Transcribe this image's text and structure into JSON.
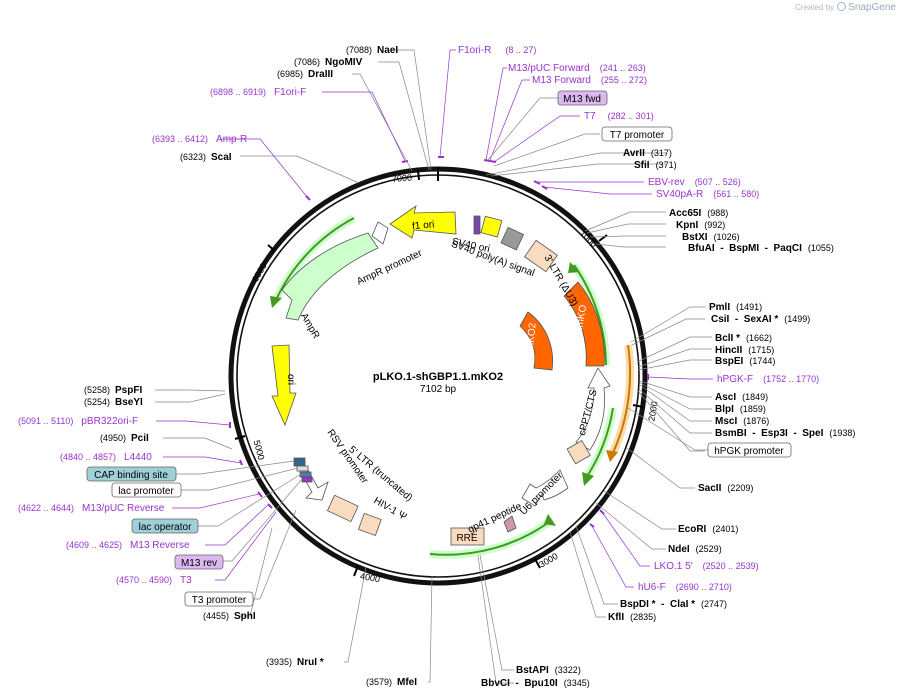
{
  "watermark": {
    "prefix": "Created by",
    "brand": "SnapGene"
  },
  "plasmid": {
    "name": "pLKO.1-shGBP1.1.mKO2",
    "size_label": "7102 bp",
    "length": 7102
  },
  "colors": {
    "enzyme": "#000000",
    "primer": "#9933cc",
    "backbone": "#111111",
    "feature_yellow": "#ffff00",
    "feature_orange": "#ff6600",
    "feature_white": "#ffffff",
    "feature_green": "#ccffcc",
    "feature_peach": "#f9dcc0",
    "feature_grey": "#999999",
    "feature_pink": "#cc99aa"
  },
  "ticks": [
    {
      "pos": 1000,
      "label": "1000"
    },
    {
      "pos": 2000,
      "label": "2000"
    },
    {
      "pos": 3000,
      "label": "3000"
    },
    {
      "pos": 4000,
      "label": "4000"
    },
    {
      "pos": 5000,
      "label": "5000"
    },
    {
      "pos": 6000,
      "label": "6000"
    },
    {
      "pos": 7000,
      "label": "7000"
    }
  ],
  "enzymes": [
    {
      "name": "NaeI",
      "coord": "(7088)"
    },
    {
      "name": "NgoMIV",
      "coord": "(7086)"
    },
    {
      "name": "DraIII",
      "coord": "(6985)"
    },
    {
      "name": "ScaI",
      "coord": "(6323)"
    },
    {
      "name": "AvrII",
      "coord": "(317)"
    },
    {
      "name": "SfiI",
      "coord": "(371)"
    },
    {
      "name": "Acc65I",
      "coord": "(988)"
    },
    {
      "name": "KpnI",
      "coord": "(992)"
    },
    {
      "name": "BstXI",
      "coord": "(1026)"
    },
    {
      "name": "BfuAI  -  BspMI  -  PaqCI",
      "coord": "(1055)"
    },
    {
      "name": "PmlI",
      "coord": "(1491)"
    },
    {
      "name": "CsiI  -  SexAI *",
      "coord": "(1499)"
    },
    {
      "name": "BclI *",
      "coord": "(1662)"
    },
    {
      "name": "HincII",
      "coord": "(1715)"
    },
    {
      "name": "BspEI",
      "coord": "(1744)"
    },
    {
      "name": "AscI",
      "coord": "(1849)"
    },
    {
      "name": "BlpI",
      "coord": "(1859)"
    },
    {
      "name": "MscI",
      "coord": "(1876)"
    },
    {
      "name": "BsmBI  -  Esp3I  -  SpeI",
      "coord": "(1938)"
    },
    {
      "name": "SacII",
      "coord": "(2209)"
    },
    {
      "name": "EcoRI",
      "coord": "(2401)"
    },
    {
      "name": "NdeI",
      "coord": "(2529)"
    },
    {
      "name": "BspDI *  -  ClaI *",
      "coord": "(2747)"
    },
    {
      "name": "KflI",
      "coord": "(2835)"
    },
    {
      "name": "BstAPI",
      "coord": "(3322)"
    },
    {
      "name": "BbvCI  -  Bpu10I",
      "coord": "(3345)"
    },
    {
      "name": "MfeI",
      "coord": "(3579)"
    },
    {
      "name": "NruI *",
      "coord": "(3935)"
    },
    {
      "name": "SphI",
      "coord": "(4455)"
    },
    {
      "name": "PciI",
      "coord": "(4950)"
    },
    {
      "name": "PspFI",
      "coord": "(5258)"
    },
    {
      "name": "BseYI",
      "coord": "(5254)"
    }
  ],
  "primers": [
    {
      "name": "F1ori-R",
      "coord": "(8 .. 27)"
    },
    {
      "name": "M13/pUC Forward",
      "coord": "(241 .. 263)"
    },
    {
      "name": "M13 Forward",
      "coord": "(255 .. 272)"
    },
    {
      "name": "T7",
      "coord": "(282 .. 301)"
    },
    {
      "name": "EBV-rev",
      "coord": "(507 .. 526)"
    },
    {
      "name": "SV40pA-R",
      "coord": "(561 .. 580)"
    },
    {
      "name": "hPGK-F",
      "coord": "(1752 .. 1770)"
    },
    {
      "name": "LKO.1 5'",
      "coord": "(2520 .. 2539)"
    },
    {
      "name": "hU6-F",
      "coord": "(2690 .. 2710)"
    },
    {
      "name": "F1ori-F",
      "coord": "(6898 .. 6919)"
    },
    {
      "name": "Amp-R",
      "coord": "(6393 .. 6412)"
    },
    {
      "name": "pBR322ori-F",
      "coord": "(5091 .. 5110)"
    },
    {
      "name": "L4440",
      "coord": "(4840 .. 4857)"
    },
    {
      "name": "M13/pUC Reverse",
      "coord": "(4622 .. 4644)"
    },
    {
      "name": "M13 Reverse",
      "coord": "(4609 .. 4625)"
    },
    {
      "name": "T3",
      "coord": "(4570 .. 4590)"
    }
  ],
  "boxed_labels": [
    {
      "name": "M13 fwd",
      "style": "purple"
    },
    {
      "name": "T7 promoter",
      "style": "white"
    },
    {
      "name": "hPGK promoter",
      "style": "white"
    },
    {
      "name": "CAP binding site",
      "style": "teal"
    },
    {
      "name": "lac promoter",
      "style": "white"
    },
    {
      "name": "lac operator",
      "style": "teal"
    },
    {
      "name": "M13 rev",
      "style": "purple"
    },
    {
      "name": "T3 promoter",
      "style": "white"
    }
  ],
  "features": [
    {
      "name": "f1 ori",
      "label": "f1 ori"
    },
    {
      "name": "AmpR promoter",
      "label": "AmpR promoter"
    },
    {
      "name": "AmpR",
      "label": "AmpR"
    },
    {
      "name": "ori",
      "label": "ori"
    },
    {
      "name": "SV40 ori",
      "label": "SV40 ori"
    },
    {
      "name": "SV40 poly(A) signal",
      "label": "SV40 poly(A) signal"
    },
    {
      "name": "3' LTR (ΔU3)",
      "label": "3' LTR (ΔU3)"
    },
    {
      "name": "hmKO",
      "label": "hmKO"
    },
    {
      "name": "mKO2",
      "label": "mKO2"
    },
    {
      "name": "cPPT/CTS",
      "label": "cPPT/CTS"
    },
    {
      "name": "U6 promoter",
      "label": "U6 promoter"
    },
    {
      "name": "gp41 peptide",
      "label": "gp41 peptide"
    },
    {
      "name": "RRE",
      "label": "RRE"
    },
    {
      "name": "RSV promoter",
      "label": "RSV promoter"
    },
    {
      "name": "5' LTR (truncated)",
      "label": "5' LTR (truncated)"
    },
    {
      "name": "HIV-1 Ψ",
      "label": "HIV-1 Ψ"
    }
  ]
}
